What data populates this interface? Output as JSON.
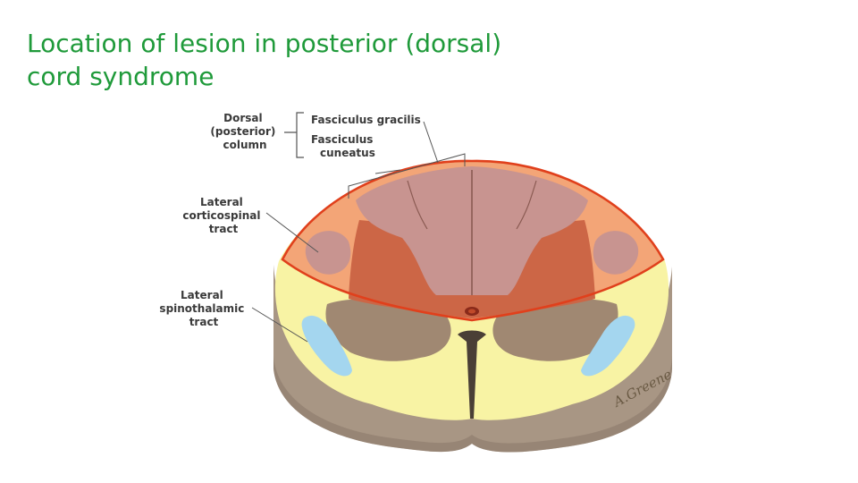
{
  "title": {
    "line1": "Location of lesion in posterior (dorsal)",
    "line2": "cord syndrome"
  },
  "labels": {
    "dorsal_column": [
      "Dorsal",
      "(posterior)",
      "column"
    ],
    "fasciculus_gracilis": "Fasciculus gracilis",
    "fasciculus_cuneatus": [
      "Fasciculus",
      "cuneatus"
    ],
    "lateral_corticospinal": [
      "Lateral",
      "corticospinal",
      "tract"
    ],
    "lateral_spinothalamic": [
      "Lateral",
      "spinothalamic",
      "tract"
    ]
  },
  "signature": "A.Greene",
  "colors": {
    "title": "#1f9a3a",
    "lesion_region": "#f3a577",
    "lesion_outline": "#e0401c",
    "dorsal_columns": "#c89490",
    "gray_matter_in_lesion": "#cc6646",
    "gray_matter": "#a08872",
    "white_matter": "#f8f3a4",
    "spinothalamic_tract": "#a4d6ef",
    "cord_side": "#a89684"
  }
}
